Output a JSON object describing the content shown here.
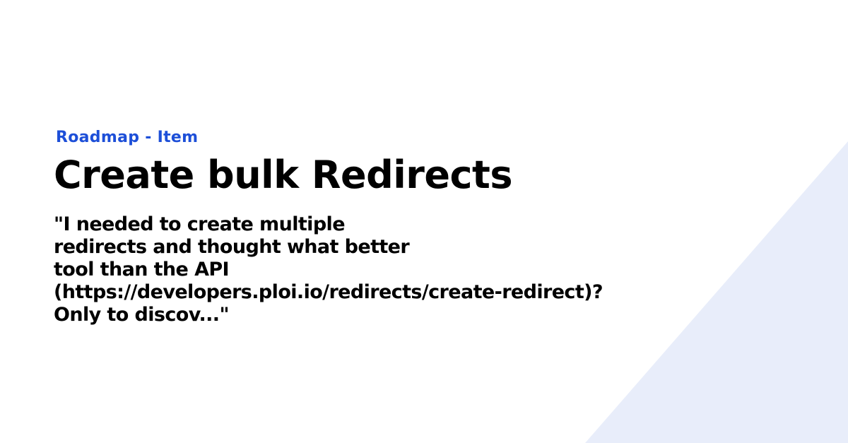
{
  "card": {
    "eyebrow": "Roadmap - Item",
    "title": "Create bulk Redirects",
    "excerpt_lines": [
      "\"I needed to create multiple",
      "redirects and thought what better",
      "tool than the API",
      "(https://developers.ploi.io/redirects/create-redirect)?",
      "Only to discov...\""
    ]
  },
  "colors": {
    "accent": "#1d4fd8",
    "text": "#000000",
    "background": "#ffffff",
    "shape": "#e8edfa"
  }
}
